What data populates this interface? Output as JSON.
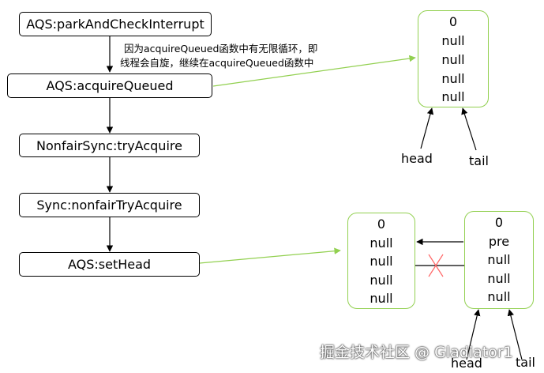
{
  "call_chain": [
    "AQS:parkAndCheckInterrupt",
    "AQS:acquireQueued",
    "NonfairSync:tryAcquire",
    "Sync:nonfairTryAcquire",
    "AQS:setHead"
  ],
  "note": {
    "line1": "因为acquireQueued函数中有无限循环，即",
    "line2": "线程会自旋，继续在acquireQueued函数中"
  },
  "top_node": {
    "cells": [
      "0",
      "null",
      "null",
      "null",
      "null"
    ]
  },
  "top_labels": {
    "head": "head",
    "tail": "tail"
  },
  "bottom_left_node": {
    "cells": [
      "0",
      "null",
      "null",
      "null",
      "null"
    ]
  },
  "bottom_right_node": {
    "cells": [
      "0",
      "pre",
      "null",
      "null",
      "null"
    ]
  },
  "bottom_labels": {
    "head": "head",
    "tail": "tail"
  },
  "watermark": "掘金技术社区 @ Gladiator1",
  "colors": {
    "box_border": "#000000",
    "node_border": "#92d050",
    "link_line": "#92d050",
    "cross": "#ff6666"
  }
}
